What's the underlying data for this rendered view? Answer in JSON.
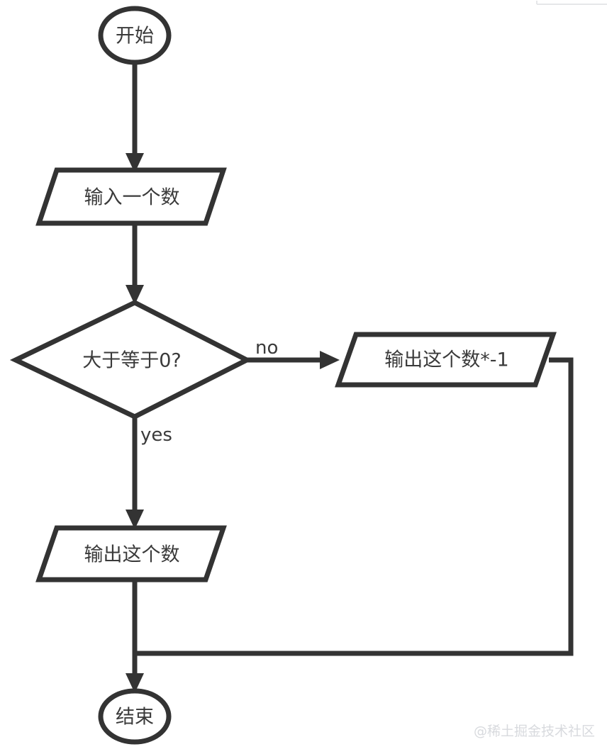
{
  "diagram": {
    "type": "flowchart",
    "title": "",
    "background_color": "#ffffff",
    "stroke_color": "#333333",
    "text_color": "#3a3a3a",
    "nodes": [
      {
        "id": "start",
        "shape": "terminator",
        "label": "开始"
      },
      {
        "id": "input",
        "shape": "parallelogram",
        "label": "输入一个数"
      },
      {
        "id": "decision",
        "shape": "diamond",
        "label": "大于等于0?"
      },
      {
        "id": "output_neg",
        "shape": "parallelogram",
        "label": "输出这个数*-1"
      },
      {
        "id": "output_pos",
        "shape": "parallelogram",
        "label": "输出这个数"
      },
      {
        "id": "end",
        "shape": "terminator",
        "label": "结束"
      }
    ],
    "edges": [
      {
        "from": "start",
        "to": "input",
        "label": ""
      },
      {
        "from": "input",
        "to": "decision",
        "label": ""
      },
      {
        "from": "decision",
        "to": "output_neg",
        "label": "no"
      },
      {
        "from": "decision",
        "to": "output_pos",
        "label": "yes"
      },
      {
        "from": "output_pos",
        "to": "end",
        "label": ""
      },
      {
        "from": "output_neg",
        "to": "end",
        "label": ""
      }
    ]
  },
  "watermark": {
    "text": "@稀土掘金技术社区",
    "color": "#d8dade"
  }
}
